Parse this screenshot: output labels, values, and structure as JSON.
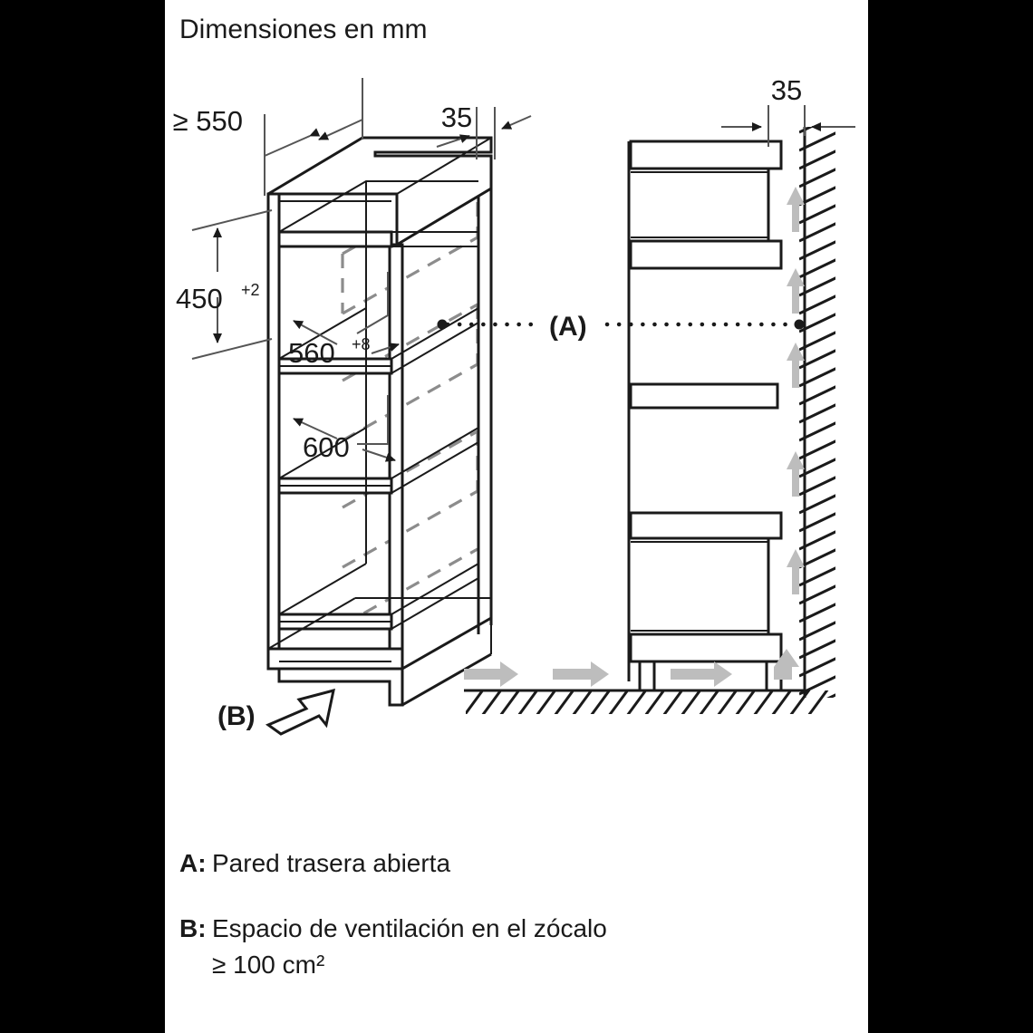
{
  "page": {
    "title": "Dimensiones en mm",
    "background": "#ffffff",
    "side_bar_color": "#000000",
    "line_color": "#1a1a1a",
    "hidden_line_color": "#8c8c8c",
    "airflow_color": "#bdbdbd"
  },
  "diagram": {
    "type": "installation-dimension-drawing",
    "views": [
      {
        "name": "isometric-cabinet-view",
        "position": "left"
      },
      {
        "name": "cross-section-side-view",
        "position": "right"
      }
    ]
  },
  "dimensions": {
    "depth_min": {
      "value": "550",
      "prefix": "≥",
      "label": "≥ 550",
      "view": "isometric",
      "unit": "mm"
    },
    "top_gap": {
      "value": "35",
      "label": "35",
      "view": "isometric",
      "unit": "mm"
    },
    "niche_height": {
      "value": "450",
      "tolerance": "+2",
      "label": "450",
      "view": "isometric",
      "unit": "mm"
    },
    "niche_width": {
      "value": "560",
      "tolerance": "+8",
      "label": "560",
      "view": "isometric",
      "unit": "mm"
    },
    "cabinet_width": {
      "value": "600",
      "label": "600",
      "view": "isometric",
      "unit": "mm"
    },
    "wall_gap": {
      "value": "35",
      "label": "35",
      "view": "cross-section",
      "unit": "mm"
    }
  },
  "callouts": {
    "a": "(A)",
    "b": "(B)"
  },
  "legend": [
    {
      "key": "A:",
      "text": "Pared trasera abierta",
      "text2": ""
    },
    {
      "key": "B:",
      "text": "Espacio de ventilación en el zócalo",
      "text2": "≥ 100 cm²"
    }
  ]
}
